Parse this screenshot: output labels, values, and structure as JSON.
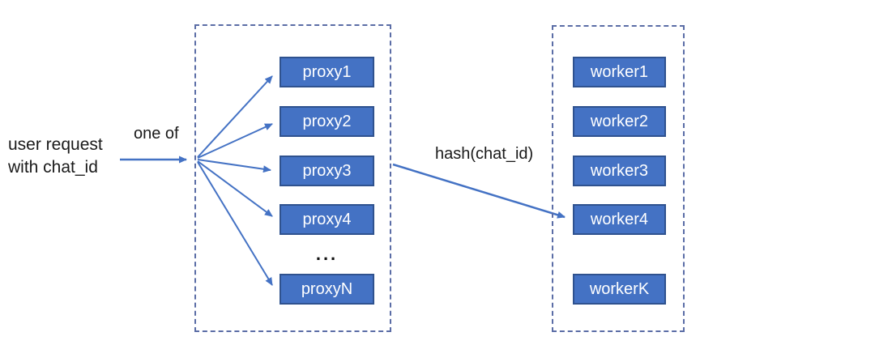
{
  "diagram": {
    "description": "request routing diagram: user request fans out to one of N proxies, then hashed by chat_id to a worker",
    "labels": {
      "user_request_line1": "user request",
      "user_request_line2": "with chat_id",
      "one_of": "one of",
      "hash": "hash(chat_id)"
    },
    "proxy_group": {
      "items": [
        {
          "label": "proxy1"
        },
        {
          "label": "proxy2"
        },
        {
          "label": "proxy3"
        },
        {
          "label": "proxy4"
        },
        {
          "label": "proxyN"
        }
      ],
      "ellipsis": "..."
    },
    "worker_group": {
      "items": [
        {
          "label": "worker1"
        },
        {
          "label": "worker2"
        },
        {
          "label": "worker3"
        },
        {
          "label": "worker4"
        },
        {
          "label": "workerK"
        }
      ]
    },
    "colors": {
      "box_fill": "#4472C4",
      "box_border": "#2F528F",
      "arrow": "#4472C4",
      "container_border": "#5B6DA6",
      "text": "#1A1A1A",
      "box_text": "#FFFFFF"
    }
  }
}
